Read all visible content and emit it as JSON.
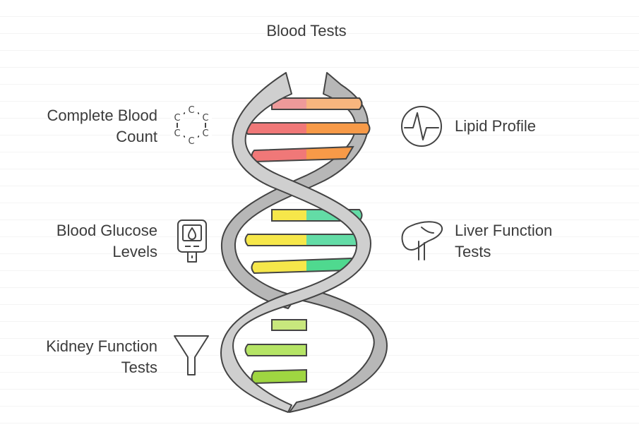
{
  "title": "Blood Tests",
  "tests": [
    {
      "lines": [
        "Complete Blood",
        "Count"
      ],
      "icon": "hexagon-molecule-icon",
      "side": "left"
    },
    {
      "lines": [
        "Lipid Profile"
      ],
      "icon": "heartbeat-icon",
      "side": "right"
    },
    {
      "lines": [
        "Blood Glucose",
        "Levels"
      ],
      "icon": "glucose-meter-icon",
      "side": "left"
    },
    {
      "lines": [
        "Liver Function",
        "Tests"
      ],
      "icon": "liver-icon",
      "side": "right"
    },
    {
      "lines": [
        "Kidney Function",
        "Tests"
      ],
      "icon": "funnel-icon",
      "side": "left"
    }
  ],
  "colors": {
    "outline": "#444444",
    "strand": "#b7b7b7",
    "red_light": "#ee9a9a",
    "red": "#f07878",
    "orange_light": "#f7b57e",
    "orange": "#f79a48",
    "yellow": "#f6e74a",
    "green": "#63dca6",
    "lime": "#b5e465"
  },
  "molecule_letter": "C"
}
